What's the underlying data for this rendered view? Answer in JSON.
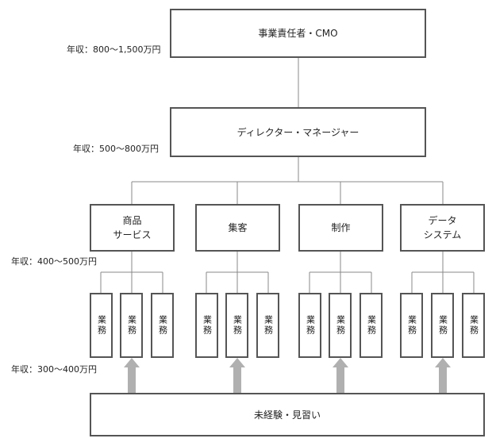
{
  "salaries": [
    "年収：800〜1,500万円",
    "年収：500〜800万円",
    "年収：400〜500万円",
    "年収：300〜400万円"
  ],
  "top_role": "事業責任者・CMO",
  "manager_role": "ディレクター・マネージャー",
  "departments": [
    "商品\nサービス",
    "集客",
    "制作",
    "データ\nシステム"
  ],
  "task_label": "業務",
  "entry_role": "未経験・見習い",
  "colors": {
    "border": "#555555",
    "connector": "#888888",
    "arrow": "#b0b0b0"
  }
}
